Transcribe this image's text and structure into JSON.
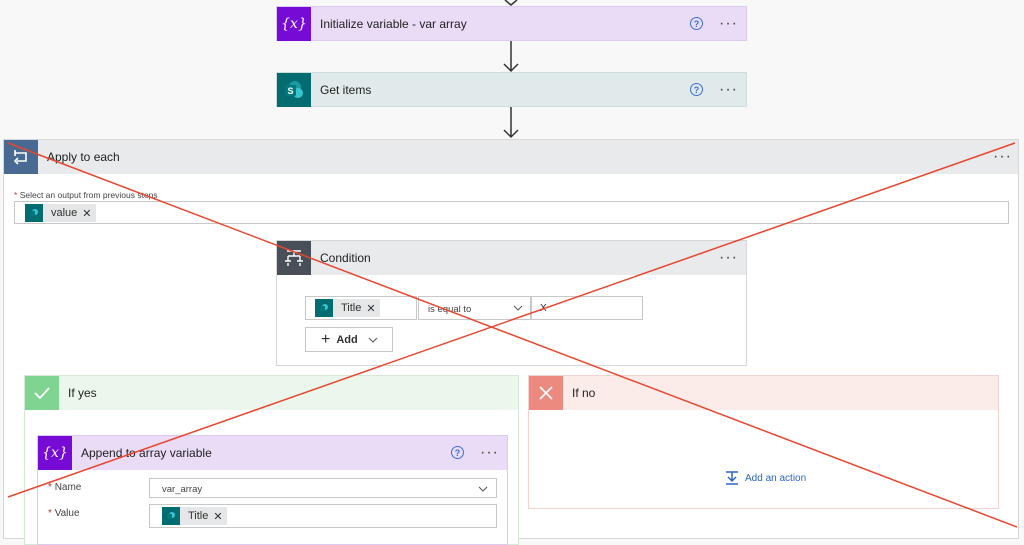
{
  "init_var": {
    "title": "Initialize variable - var array",
    "icon": "{x}"
  },
  "get_items": {
    "title": "Get items",
    "icon_letter": "S"
  },
  "apply_each": {
    "title": "Apply to each",
    "select_label": "Select an output from previous steps",
    "token": "value"
  },
  "condition": {
    "title": "Condition",
    "left_token": "Title",
    "operator": "is equal to",
    "right_value": "X",
    "add_label": "Add"
  },
  "if_yes": {
    "title": "If yes"
  },
  "if_no": {
    "title": "If no",
    "add_action": "Add an action"
  },
  "append": {
    "title": "Append to array variable",
    "icon": "{x}",
    "name_label": "Name",
    "name_value": "var_array",
    "value_label": "Value",
    "value_token": "Title"
  },
  "common": {
    "required_mark": "*",
    "help": "?",
    "more": "···",
    "remove": "✕"
  },
  "colors": {
    "variable": "#770bd6",
    "variable_bg": "#eadcf6",
    "sharepoint": "#036c70",
    "sharepoint_bg": "#e1eaea",
    "foreach": "#486991",
    "condition": "#484f58",
    "yes": "#7fd491",
    "yes_bg": "#ebf7ec",
    "no": "#ec8a80",
    "no_bg": "#fbebe9",
    "annotation": "#e8472f"
  }
}
